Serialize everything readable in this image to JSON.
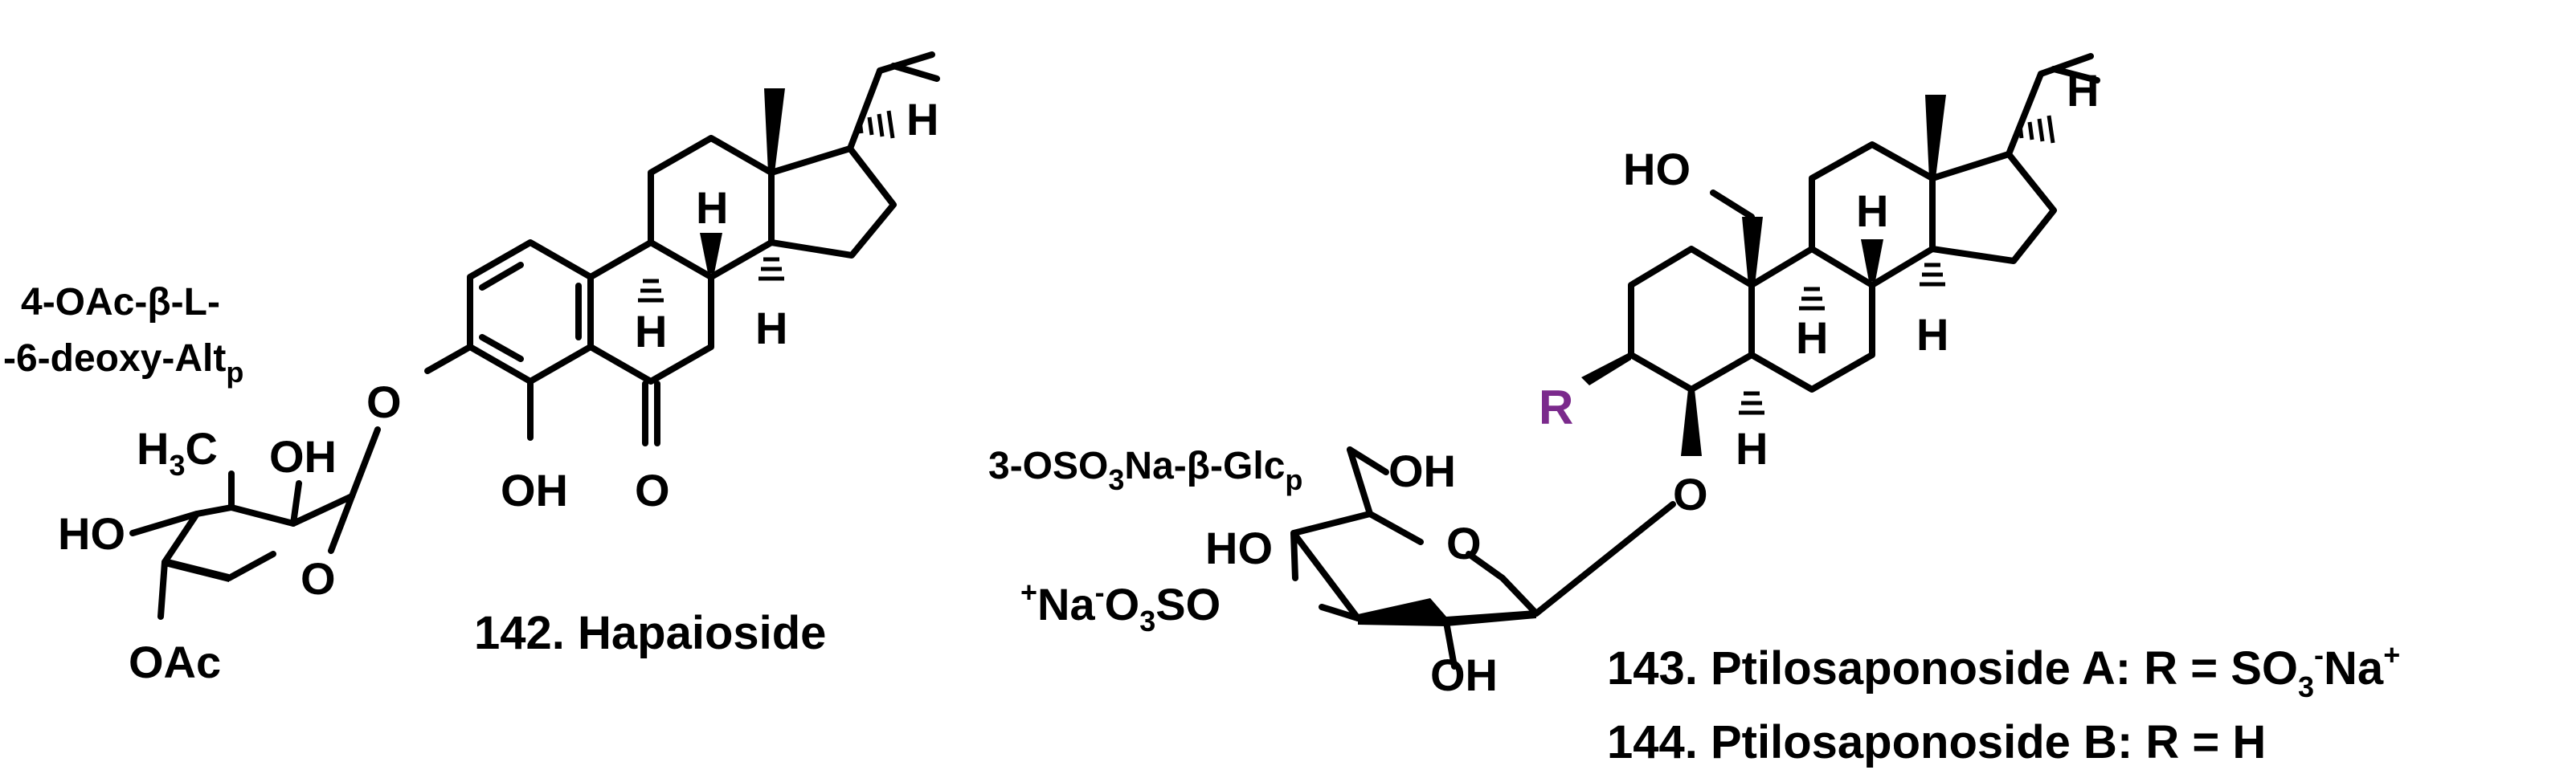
{
  "colors": {
    "ink": "#000000",
    "r_group": "#7b2a8c",
    "background": "#ffffff"
  },
  "compound_142": {
    "caption": "142. Hapaioside",
    "sugar_label_line1": "4-OAc-β-L-",
    "sugar_label_line2": "-6-deoxy-Alt",
    "sugar_label_sub": "p",
    "atoms": {
      "h3c_h": "H",
      "h3c_sub": "3",
      "h3c_c": "C",
      "oh_top": "OH",
      "ho_left": "HO",
      "ring_o": "O",
      "oac": "OAc",
      "glycosidic_o": "O",
      "phenol_oh": "OH",
      "ketone_o": "O",
      "h_c9": "H",
      "h_c8": "H",
      "h_c14": "H",
      "h_c17": "H"
    }
  },
  "compound_143_144": {
    "caption_143_main": "143. Ptilosaponoside A: R = SO",
    "caption_143_sub": "3",
    "caption_143_sup1": "-",
    "caption_143_na": "Na",
    "caption_143_sup2": "+",
    "caption_144": "144. Ptilosaponoside B: R = H",
    "sugar_label": "3-OSO",
    "sugar_label_sub1": "3",
    "sugar_label_mid": "Na-β-Glc",
    "sugar_label_sub2": "p",
    "r_group": "R",
    "atoms": {
      "ho_ch2": "HO",
      "oh_top": "OH",
      "ho_left": "HO",
      "ring_o": "O",
      "oh_bottom": "OH",
      "sulfate_plus": "+",
      "sulfate_na": "Na",
      "sulfate_minus": "-",
      "sulfate_o": "O",
      "sulfate_sub": "3",
      "sulfate_so": "SO",
      "glycosidic_o": "O",
      "h_c5": "H",
      "h_c8": "H",
      "h_c9": "H",
      "h_c14": "H",
      "h_c17": "H"
    }
  }
}
